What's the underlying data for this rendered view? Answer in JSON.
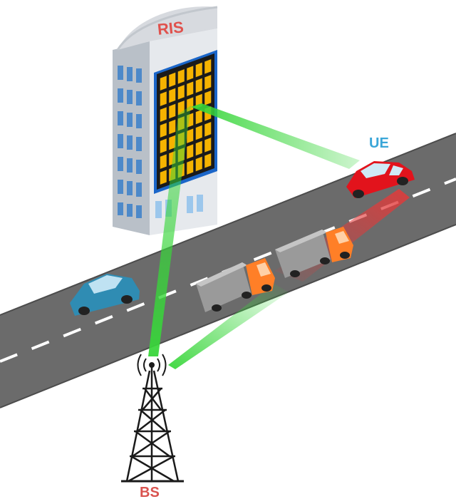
{
  "labels": {
    "ris": "RIS",
    "ue": "UE",
    "bs": "BS"
  },
  "colors": {
    "ris_label": "#e0524d",
    "ue_label": "#3aa6d8",
    "bs_label": "#d9534f",
    "beam_green": "#38d63a",
    "beam_red": "#e23a3a",
    "road": "#6b6b6b",
    "ris_panel": "#f5b300",
    "ue_car": "#e2131c",
    "truck_cab": "#ff7f27",
    "blue_car": "#2f8cb3"
  },
  "icons": [
    "building-icon",
    "ris-panel-icon",
    "car-icon",
    "truck-icon",
    "tower-icon",
    "signal-waves-icon"
  ]
}
